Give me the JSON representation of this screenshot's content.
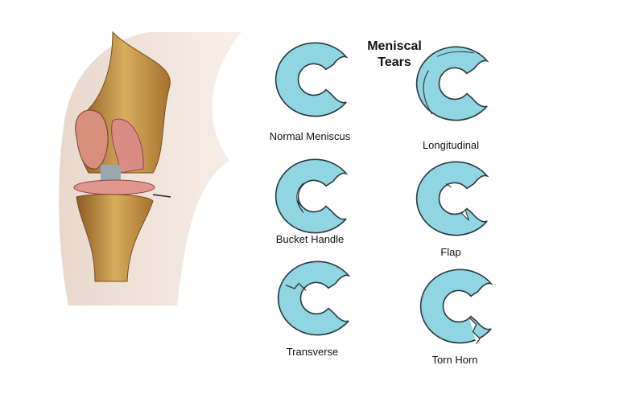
{
  "title": {
    "line1": "Meniscal",
    "line2": "Tears"
  },
  "types": [
    {
      "label": "Normal Meniscus",
      "tear": "none"
    },
    {
      "label": "Longitudinal",
      "tear": "longitudinal"
    },
    {
      "label": "Bucket Handle",
      "tear": "bucket-handle"
    },
    {
      "label": "Flap",
      "tear": "flap"
    },
    {
      "label": "Transverse",
      "tear": "transverse"
    },
    {
      "label": "Torn Horn",
      "tear": "torn-horn"
    }
  ],
  "colors": {
    "meniscus": "#8fd6e2",
    "outline": "#2a3a40",
    "bone": "#c99a4e",
    "cartilage": "#d98b84",
    "skin": "#f1e6dc"
  }
}
